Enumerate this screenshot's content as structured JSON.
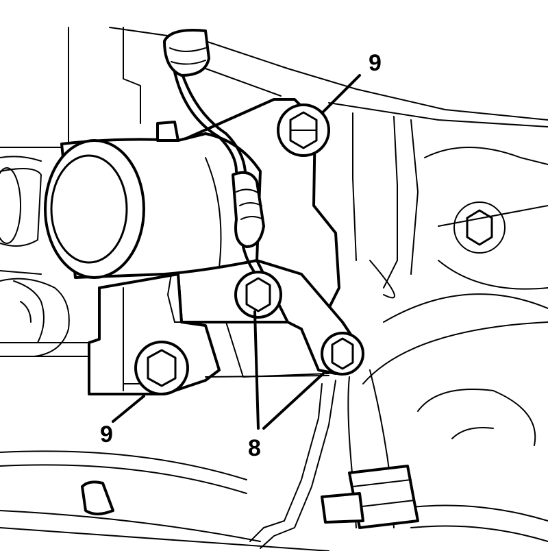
{
  "callouts": {
    "top_right": "9",
    "bottom_left": "9",
    "bottom_center": "8"
  }
}
